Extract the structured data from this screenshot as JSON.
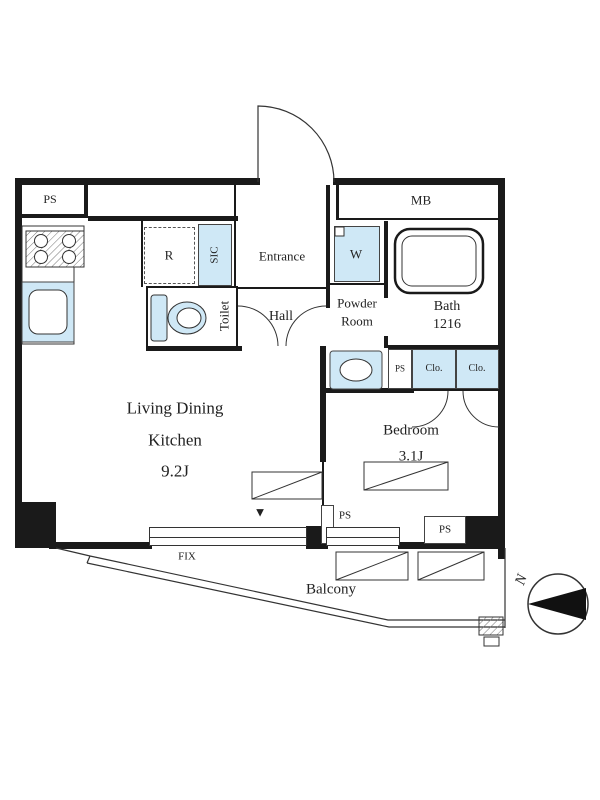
{
  "labels": {
    "ps_top_left": "PS",
    "mb": "MB",
    "fridge": "R",
    "sic": "SIC",
    "entrance": "Entrance",
    "toilet": "Toilet",
    "hall": "Hall",
    "washer": "W",
    "powder_room": [
      "Powder",
      "Room"
    ],
    "bath": [
      "Bath",
      "1216"
    ],
    "ps_mid": "PS",
    "closet_left": "Clo.",
    "closet_right": "Clo.",
    "living": [
      "Living Dining",
      "Kitchen",
      "9.2J"
    ],
    "bedroom": [
      "Bedroom",
      "3.1J"
    ],
    "ps_divider": "PS",
    "ps_bottom": "PS",
    "fix": "FIX",
    "balcony": "Balcony",
    "north": "N",
    "entry_marker": "▼"
  },
  "colors": {
    "wall": "#1a1a1a",
    "line": "#333333",
    "fixture_fill": "#cfe8f6",
    "text": "#222222"
  }
}
